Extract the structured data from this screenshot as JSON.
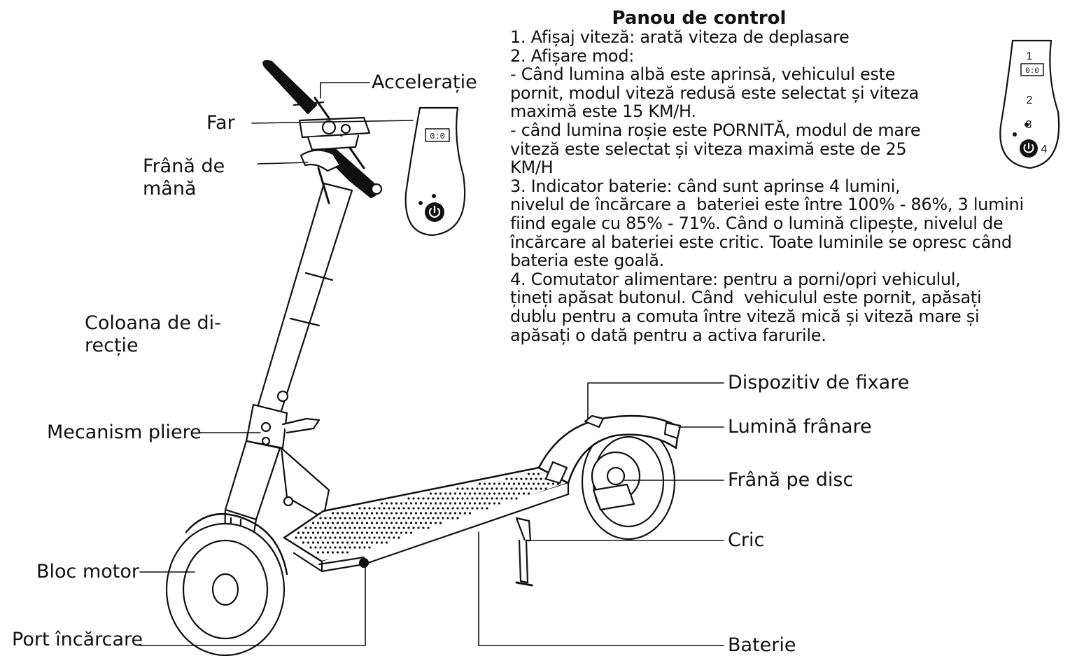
{
  "panel": {
    "title": "Panou de control",
    "lines": [
      "1. Afișaj viteză: arată viteza de deplasare",
      "2. Afișare mod:",
      "- Când lumina albă este aprinsă, vehiculul este",
      "pornit, modul viteză redusă este selectat și viteza",
      "maximă este 15 KM/H.",
      "- când lumina roșie este PORNITĂ, modul de mare",
      "viteză este selectat și viteza maximă este de 25",
      "KM/H",
      "3. Indicator baterie: când sunt aprinse 4 lumini,",
      "nivelul de încărcare a  bateriei este între 100% - 86%, 3 lumini",
      "fiind egale cu 85% - 71%. Când o lumină clipește, nivelul de",
      "încărcare al bateriei este critic. Toate luminile se opresc când",
      "bateria este goală.",
      "4. Comutator alimentare: pentru a porni/opri vehiculul,",
      "țineți apăsat butonul. Când  vehiculul este pornit, apăsați",
      "dublu pentru a comuta între viteză mică și viteză mare și",
      "apăsați o dată pentru a activa farurile."
    ]
  },
  "labels": {
    "acceleratie": "Accelerație",
    "far": "Far",
    "frana_mana_1": "Frână de",
    "frana_mana_2": "mână",
    "coloana_1": "Coloana de di-",
    "coloana_2": "recție",
    "mecanism": "Mecanism pliere",
    "bloc_motor": "Bloc motor",
    "port": "Port încărcare",
    "dispozitiv": "Dispozitiv de fixare",
    "lumina_franare": "Lumină frânare",
    "frana_disc": "Frână pe disc",
    "cric": "Cric",
    "baterie": "Baterie"
  },
  "display": {
    "speed": "0:0",
    "callouts": [
      "1",
      "2",
      "3",
      "4"
    ]
  },
  "icons": [
    "power-icon"
  ],
  "colors": {
    "line": "#111111",
    "background": "#ffffff"
  }
}
